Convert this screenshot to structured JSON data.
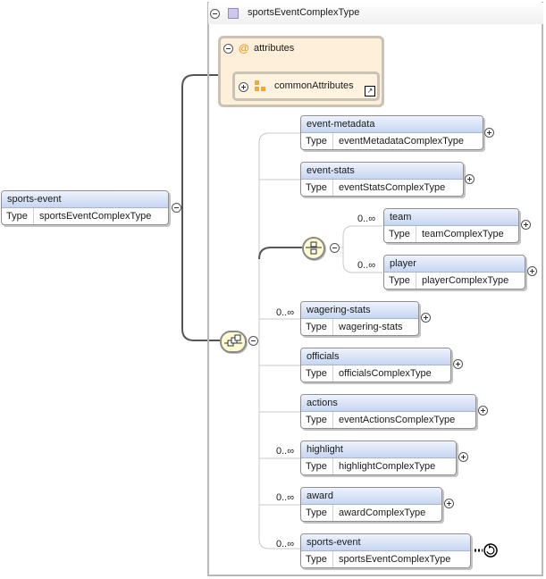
{
  "complex_type": {
    "name": "sportsEventComplexType"
  },
  "attributes": {
    "label": "attributes",
    "group_label": "commonAttributes"
  },
  "root_element": {
    "name": "sports-event",
    "type_key": "Type",
    "type_value": "sportsEventComplexType"
  },
  "elements": [
    {
      "name": "event-metadata",
      "type_key": "Type",
      "type_value": "eventMetadataComplexType",
      "occurs": ""
    },
    {
      "name": "event-stats",
      "type_key": "Type",
      "type_value": "eventStatsComplexType",
      "occurs": ""
    },
    {
      "name": "wagering-stats",
      "type_key": "Type",
      "type_value": "wagering-stats",
      "occurs": "0..∞"
    },
    {
      "name": "officials",
      "type_key": "Type",
      "type_value": "officialsComplexType",
      "occurs": ""
    },
    {
      "name": "actions",
      "type_key": "Type",
      "type_value": "eventActionsComplexType",
      "occurs": ""
    },
    {
      "name": "highlight",
      "type_key": "Type",
      "type_value": "highlightComplexType",
      "occurs": "0..∞"
    },
    {
      "name": "award",
      "type_key": "Type",
      "type_value": "awardComplexType",
      "occurs": "0..∞"
    },
    {
      "name": "sports-event",
      "type_key": "Type",
      "type_value": "sportsEventComplexType",
      "occurs": "0..∞"
    }
  ],
  "choice_elements": [
    {
      "name": "team",
      "type_key": "Type",
      "type_value": "teamComplexType",
      "occurs": "0..∞"
    },
    {
      "name": "player",
      "type_key": "Type",
      "type_value": "playerComplexType",
      "occurs": "0..∞"
    }
  ],
  "icons": {
    "collapse": "minus-circle-icon",
    "expand": "plus-circle-icon",
    "sequence": "sequence-compositor-icon",
    "choice": "choice-compositor-icon",
    "recursion": "recursion-icon"
  }
}
